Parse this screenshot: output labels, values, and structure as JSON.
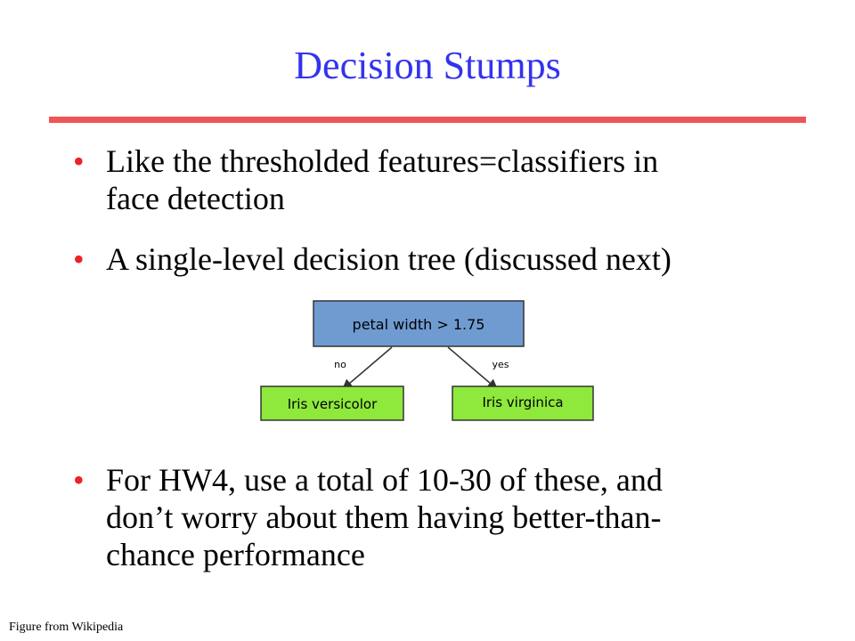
{
  "slide": {
    "title": "Decision Stumps",
    "bullets": [
      {
        "line1": "Like the thresholded features=classifiers in",
        "line2": "face detection"
      },
      {
        "line1": "A single-level decision tree (discussed next)"
      },
      {
        "line1": "For HW4, use a total of 10-30 of these, and",
        "line2": "don’t worry about them having better-than-",
        "line3": "chance performance"
      }
    ],
    "caption": "Figure from Wikipedia"
  },
  "tree": {
    "root": "petal width > 1.75",
    "left_edge": "no",
    "right_edge": "yes",
    "left_leaf": "Iris versicolor",
    "right_leaf": "Iris virginica",
    "colors": {
      "root_fill": "#6f9bd1",
      "leaf_fill": "#8fe83c",
      "edge": "#333333"
    }
  },
  "colors": {
    "title": "#3333ee",
    "rule": "#ee5555",
    "bullet": "#ee2222"
  }
}
